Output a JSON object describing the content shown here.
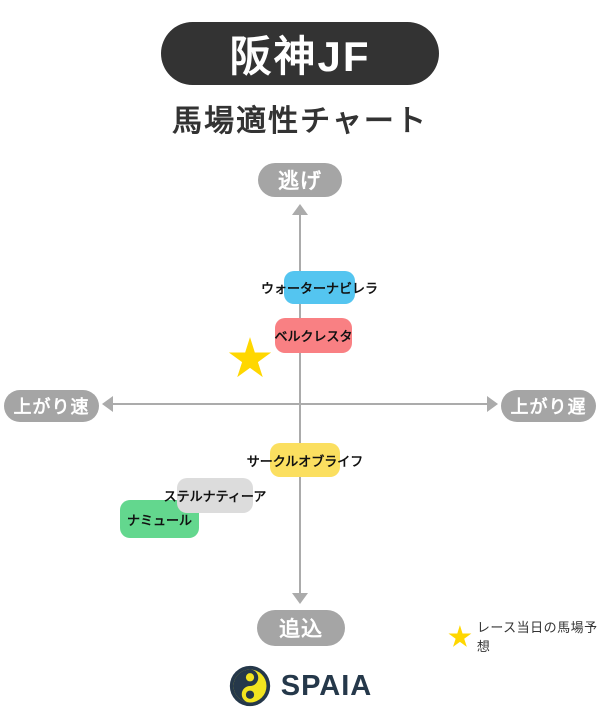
{
  "header": {
    "title": "阪神JF",
    "subtitle": "馬場適性チャート"
  },
  "axes": {
    "top": "逃げ",
    "bottom": "追込",
    "left": "上がり速",
    "right": "上がり遅"
  },
  "horses": [
    {
      "label": "ウォーターナビレラ",
      "color": "#54c5f0"
    },
    {
      "label": "ベルクレスタ",
      "color": "#f98083"
    },
    {
      "label": "サークルオブライフ",
      "color": "#fbdf60"
    },
    {
      "label": "ナミュール",
      "color": "#63d78e"
    },
    {
      "label": "ステルナティーア",
      "color": "#dcdcdc"
    }
  ],
  "legend": {
    "icon": "star-icon",
    "star_color": "#ffd700",
    "label": "レース当日の馬場予想"
  },
  "footer": {
    "logo": "spaia-logo",
    "brand": "SPAIA",
    "brand_color": "#25384a",
    "logo_yellow": "#f2e41f"
  },
  "chart_data": {
    "type": "scatter",
    "title": "阪神JF 馬場適性チャート",
    "x_axis": {
      "left_label": "上がり速",
      "right_label": "上がり遅",
      "range": [
        -1,
        1
      ]
    },
    "y_axis": {
      "top_label": "逃げ",
      "bottom_label": "追込",
      "range": [
        -1,
        1
      ]
    },
    "grid": false,
    "points": [
      {
        "name": "ウォーターナビレラ",
        "x": 0.1,
        "y": 0.59,
        "color": "#54c5f0"
      },
      {
        "name": "ベルクレスタ",
        "x": 0.07,
        "y": 0.35,
        "color": "#f98083"
      },
      {
        "name": "サークルオブライフ",
        "x": 0.03,
        "y": -0.28,
        "color": "#fbdf60"
      },
      {
        "name": "ステルナティーア",
        "x": -0.43,
        "y": -0.46,
        "color": "#dcdcdc"
      },
      {
        "name": "ナミュール",
        "x": -0.7,
        "y": -0.58,
        "color": "#63d78e"
      }
    ],
    "marker": {
      "type": "star",
      "x": -0.25,
      "y": 0.23,
      "color": "#ffd700",
      "label": "レース当日の馬場予想"
    },
    "legend_position": "bottom-right"
  }
}
